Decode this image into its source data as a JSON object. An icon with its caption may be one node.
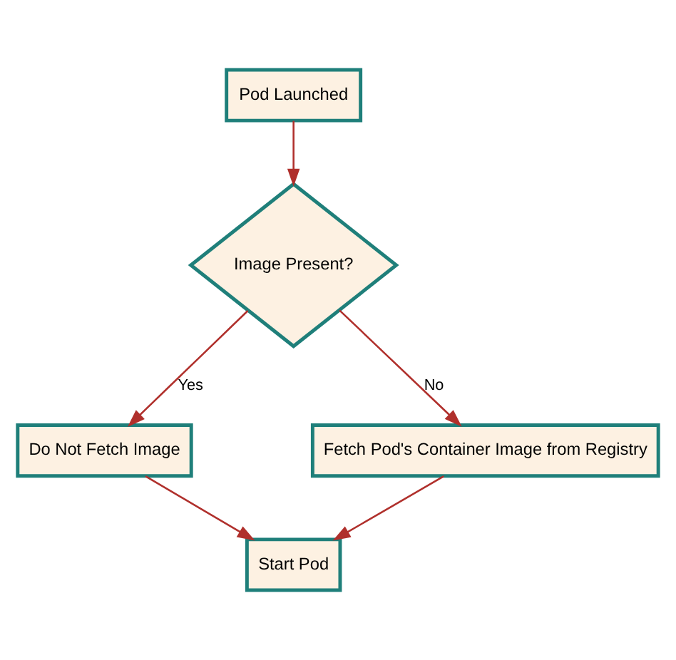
{
  "diagram": {
    "nodes": [
      {
        "text": [
          "Pod Launched"
        ]
      },
      {
        "text": [
          "Image Present?"
        ]
      },
      {
        "text": [
          "Do Not Fetch Image"
        ]
      },
      {
        "text": [
          "Fetch Pod's Container Image from Registry"
        ]
      },
      {
        "text": [
          "Start Pod"
        ]
      }
    ],
    "edges": [
      {
        "from": 0,
        "to": 1,
        "arrow": "to"
      },
      {
        "from": 1,
        "to": 2,
        "arrow": "to",
        "label": "Yes"
      },
      {
        "from": 1,
        "to": 3,
        "arrow": "to",
        "label": "No"
      },
      {
        "from": 2,
        "to": 4,
        "arrow": "to"
      },
      {
        "from": 3,
        "to": 4,
        "arrow": "to"
      }
    ]
  }
}
